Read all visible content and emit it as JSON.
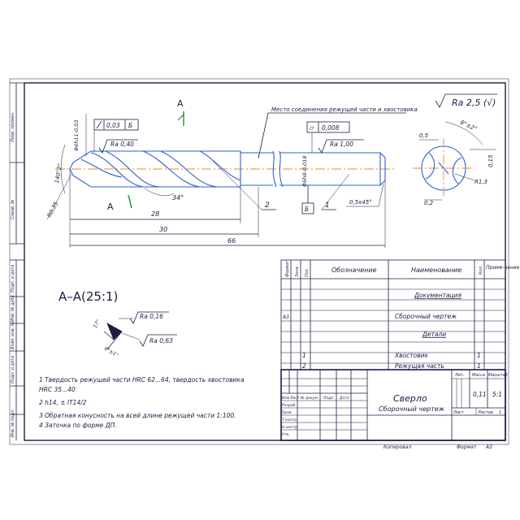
{
  "side_labels": [
    "Перв. примен.",
    "Справ. №",
    "Подп. и дата",
    "Инв. № дубл.",
    "Взам. инв. №",
    "Подп. и дата",
    "Инв. № подл."
  ],
  "drawing": {
    "roughness_general": "Ra 2,5 (√)",
    "joint_note": "Место соединения режущей части и хвостовика",
    "section_mark": "A",
    "section_title": "A–A(25:1)",
    "dims": {
      "d_cutting": "Φ6h11-0,03",
      "d_shank": "Φ6h8-0,018",
      "chamfer_r": "R0,35",
      "angle_118": "140°2°",
      "angle_34": "34°",
      "len_28": "28",
      "len_30": "30",
      "len_66": "66",
      "chamfer": "0,5x45°",
      "end_05": "0,5",
      "end_015": "0,15",
      "end_r13": "R1,3",
      "end_02": "0,2",
      "end_angle": "8°±2°",
      "sec_angle_a": "17°",
      "sec_angle_b": "6°±1°"
    },
    "tolerances": {
      "runout_cut": "0,03",
      "runout_cut_base": "Б",
      "ra_cut": "Ra 0,40",
      "cyl_shank": "0,008",
      "ra_shank": "Ra 1,00",
      "base_label": "Б",
      "ra_sec_1": "Ra 0,16",
      "ra_sec_2": "Ra 0,63"
    },
    "leaders": [
      "1",
      "2"
    ],
    "notes": [
      "1 Твердость режущей части HRC 62...64, твердость хвостовика",
      "HRC 35...40",
      "2 h14, ± IT14/2",
      "3 Обратная конусность на всей длине режущей части 1:100.",
      "4 Заточка по форме ДП."
    ]
  },
  "spec_table": {
    "headers": [
      "Формат",
      "Зона",
      "Поз.",
      "Обозначение",
      "Наименование",
      "Кол.",
      "Приме-чание"
    ],
    "rows": [
      {
        "format": "",
        "zone": "",
        "pos": "",
        "designation": "",
        "name": "Документация",
        "qty": "",
        "note": "",
        "section": true
      },
      {
        "format": "А3",
        "zone": "",
        "pos": "",
        "designation": "",
        "name": "Сборочный чертеж",
        "qty": "",
        "note": "",
        "section": false
      },
      {
        "format": "",
        "zone": "",
        "pos": "",
        "designation": "",
        "name": "Детали",
        "qty": "",
        "note": "",
        "section": true
      },
      {
        "format": "",
        "zone": "",
        "pos": "1",
        "designation": "",
        "name": "Хвостовик",
        "qty": "1",
        "note": "",
        "section": false
      },
      {
        "format": "",
        "zone": "",
        "pos": "2",
        "designation": "",
        "name": "Режущая часть",
        "qty": "1",
        "note": "",
        "section": false
      }
    ]
  },
  "title_block": {
    "product": "Сверло",
    "doc_type": "Сборочный чертеж",
    "col_headers": [
      "Изм",
      "Лист",
      "№ докум.",
      "Подп.",
      "Дата"
    ],
    "row_labels": [
      "Разраб.",
      "Пров.",
      "Т.контр.",
      "",
      "Н.контр.",
      "Утв."
    ],
    "lit_label": "Лит.",
    "mass_label": "Масса",
    "scale_label": "Масштаб",
    "mass": "0,11",
    "scale": "5:1",
    "sheet_label": "Лист",
    "sheets_label": "Листов",
    "sheets_value": "1",
    "copied": "Копировал",
    "format_label": "Формат",
    "format_value": "А3"
  }
}
